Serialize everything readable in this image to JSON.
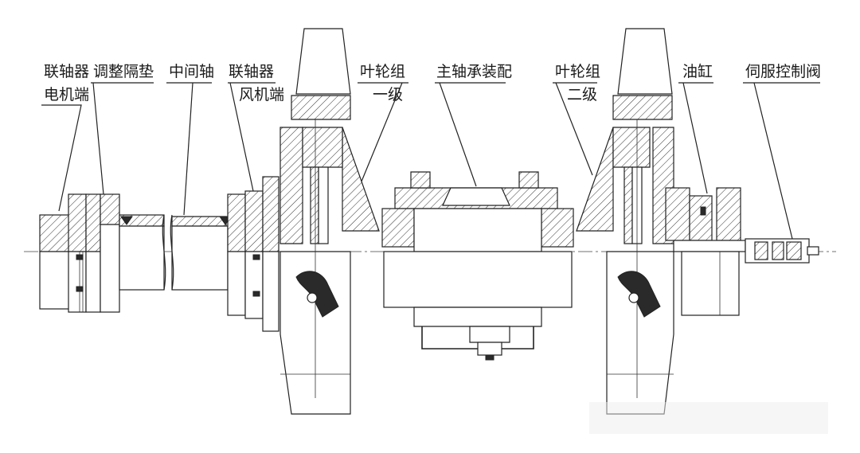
{
  "labels": {
    "coupling_motor_1": "联轴器",
    "coupling_motor_2": "电机端",
    "adjust_spacer": "调整隔垫",
    "intermediate_shaft": "中间轴",
    "coupling_fan_1": "联轴器",
    "coupling_fan_2": "风机端",
    "impeller_1_1": "叶轮组",
    "impeller_1_2": "一级",
    "spindle_bearing": "主轴承装配",
    "impeller_2_1": "叶轮组",
    "impeller_2_2": "二级",
    "oil_cylinder": "油缸",
    "servo_valve": "伺服控制阀"
  },
  "colors": {
    "line": "#222222",
    "background": "#ffffff"
  }
}
